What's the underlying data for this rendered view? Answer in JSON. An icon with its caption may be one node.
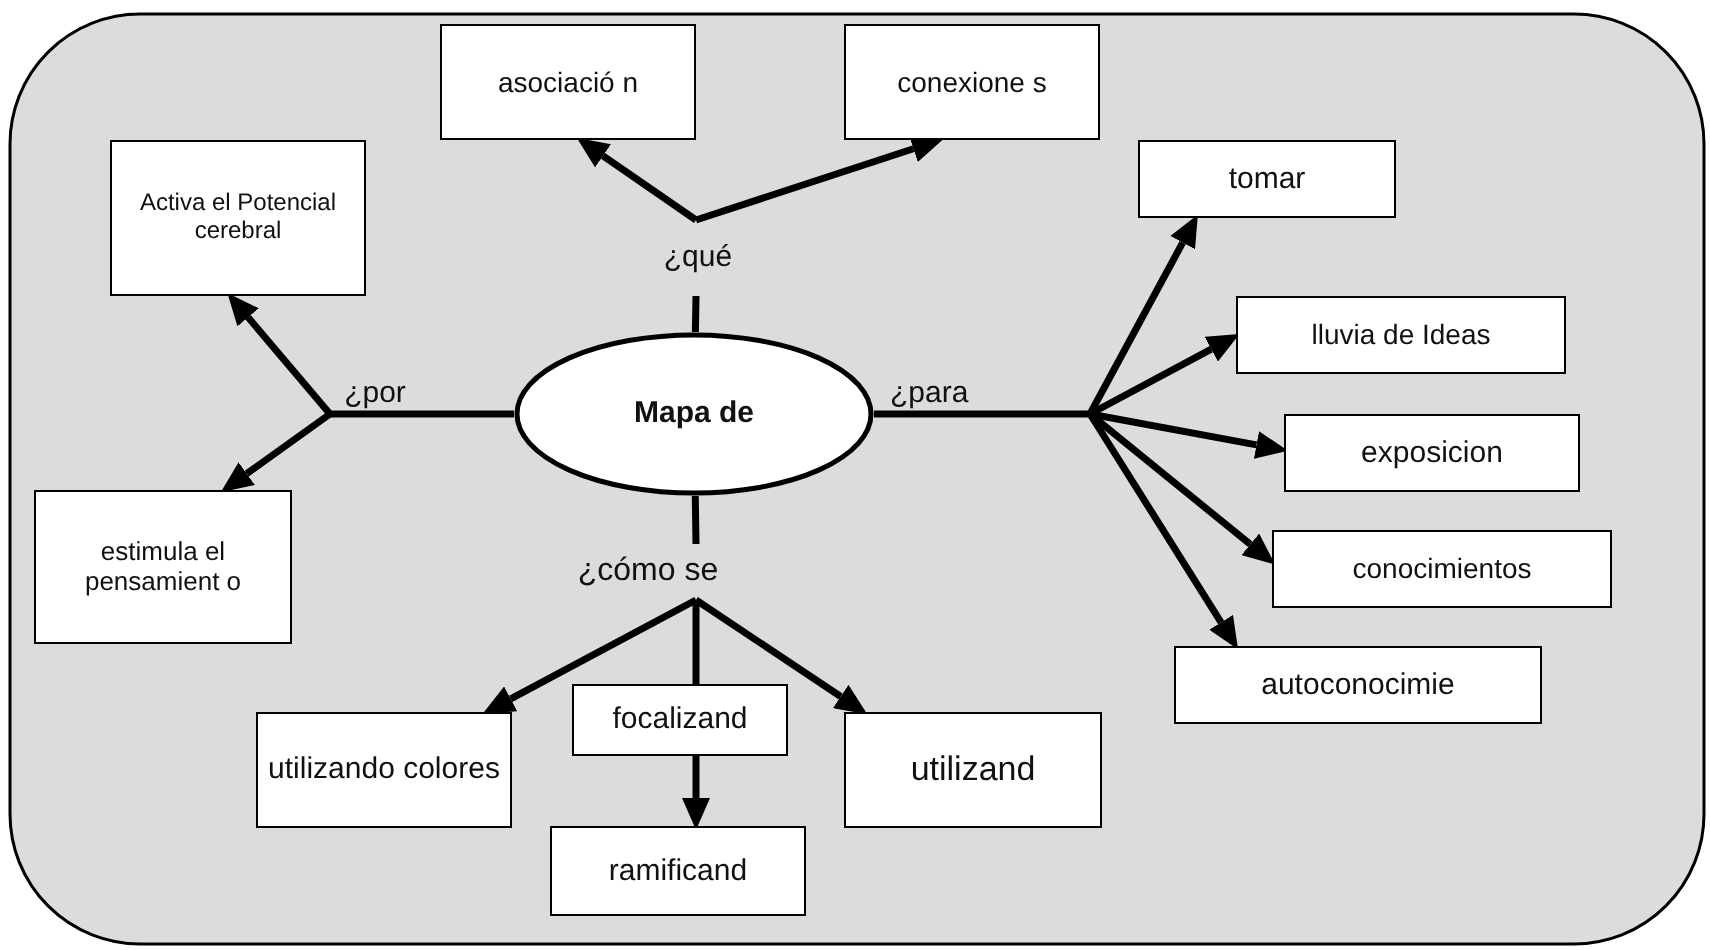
{
  "diagram": {
    "nodes": [
      {
        "text": [
          "asociació n"
        ]
      },
      {
        "text": [
          "conexione s"
        ]
      },
      {
        "text": [
          "¿qué"
        ]
      },
      {
        "text": [
          "Activa el Potencial cerebral"
        ]
      },
      {
        "text": [
          "tomar"
        ]
      },
      {
        "text": [
          "¿por"
        ]
      },
      {
        "text": [
          "Mapa de"
        ]
      },
      {
        "text": [
          "¿para"
        ]
      },
      {
        "text": [
          "lluvia de Ideas"
        ]
      },
      {
        "text": [
          "exposicion"
        ]
      },
      {
        "text": [
          "estimula el pensamient o"
        ]
      },
      {
        "text": [
          "conocimientos"
        ]
      },
      {
        "text": [
          "¿cómo se"
        ]
      },
      {
        "text": [
          "autoconocimie"
        ]
      },
      {
        "text": [
          "focalizand"
        ]
      },
      {
        "text": [
          "utilizando colores"
        ]
      },
      {
        "text": [
          "utilizand"
        ]
      },
      {
        "text": [
          "ramificand"
        ]
      }
    ],
    "edges": [
      {
        "from": 6,
        "to": 2,
        "arrow": "none"
      },
      {
        "from": 2,
        "to": 0,
        "arrow": "to"
      },
      {
        "from": 2,
        "to": 1,
        "arrow": "to"
      },
      {
        "from": 6,
        "to": 5,
        "arrow": "none"
      },
      {
        "from": 5,
        "to": 3,
        "arrow": "to"
      },
      {
        "from": 5,
        "to": 10,
        "arrow": "to"
      },
      {
        "from": 6,
        "to": 7,
        "arrow": "none"
      },
      {
        "from": 7,
        "to": 4,
        "arrow": "to"
      },
      {
        "from": 7,
        "to": 8,
        "arrow": "to"
      },
      {
        "from": 7,
        "to": 9,
        "arrow": "to"
      },
      {
        "from": 7,
        "to": 11,
        "arrow": "to"
      },
      {
        "from": 7,
        "to": 13,
        "arrow": "to"
      },
      {
        "from": 6,
        "to": 12,
        "arrow": "none"
      },
      {
        "from": 12,
        "to": 15,
        "arrow": "to"
      },
      {
        "from": 12,
        "to": 14,
        "arrow": "none"
      },
      {
        "from": 12,
        "to": 16,
        "arrow": "to"
      },
      {
        "from": 14,
        "to": 17,
        "arrow": "to"
      }
    ]
  }
}
